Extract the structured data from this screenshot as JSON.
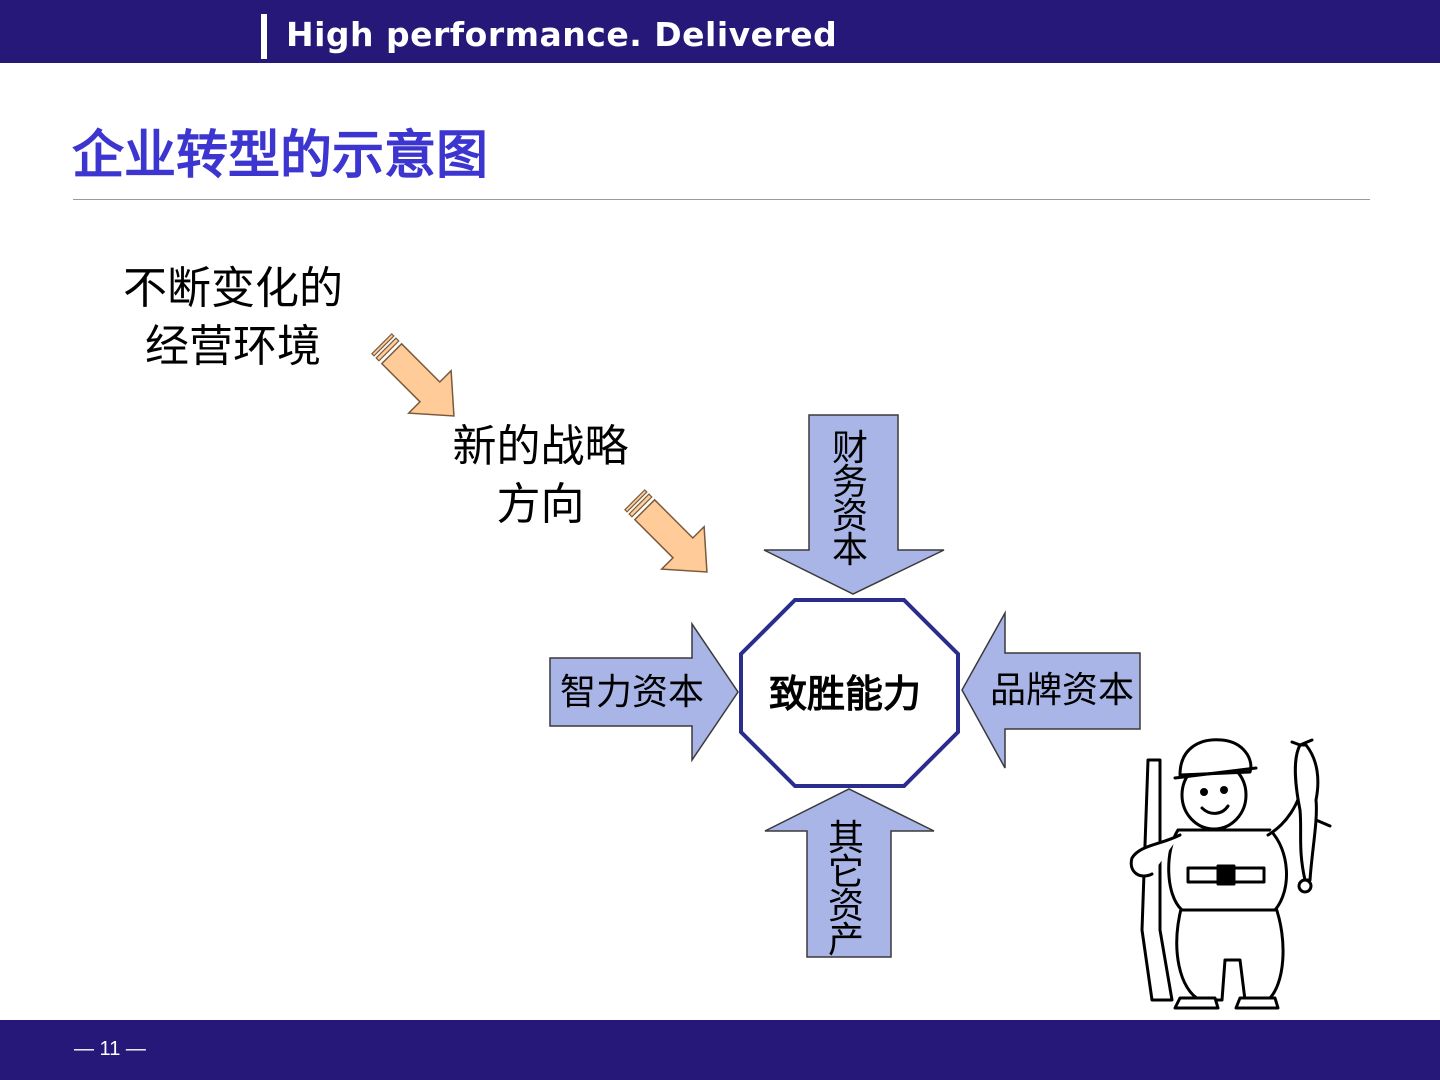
{
  "header": {
    "tagline": "High performance. Delivered",
    "bar_color": "#251878"
  },
  "slide": {
    "title": "企业转型的示意图",
    "title_color": "#3c35d0"
  },
  "diagram": {
    "environment_text": "不断变化的经营环境",
    "strategy_text": "新的战略方向",
    "core": "致胜能力",
    "inputs": {
      "top": "财务资本",
      "left": "智力资本",
      "right": "品牌资本",
      "bottom": "其它资产"
    },
    "arrow_fill": "#a9b5e6",
    "flow_arrow_fill": "#ffcc99",
    "octagon_stroke": "#2b2d8c",
    "illustration": "hunter-illustration"
  },
  "footer": {
    "page_number": "— 11 —"
  }
}
